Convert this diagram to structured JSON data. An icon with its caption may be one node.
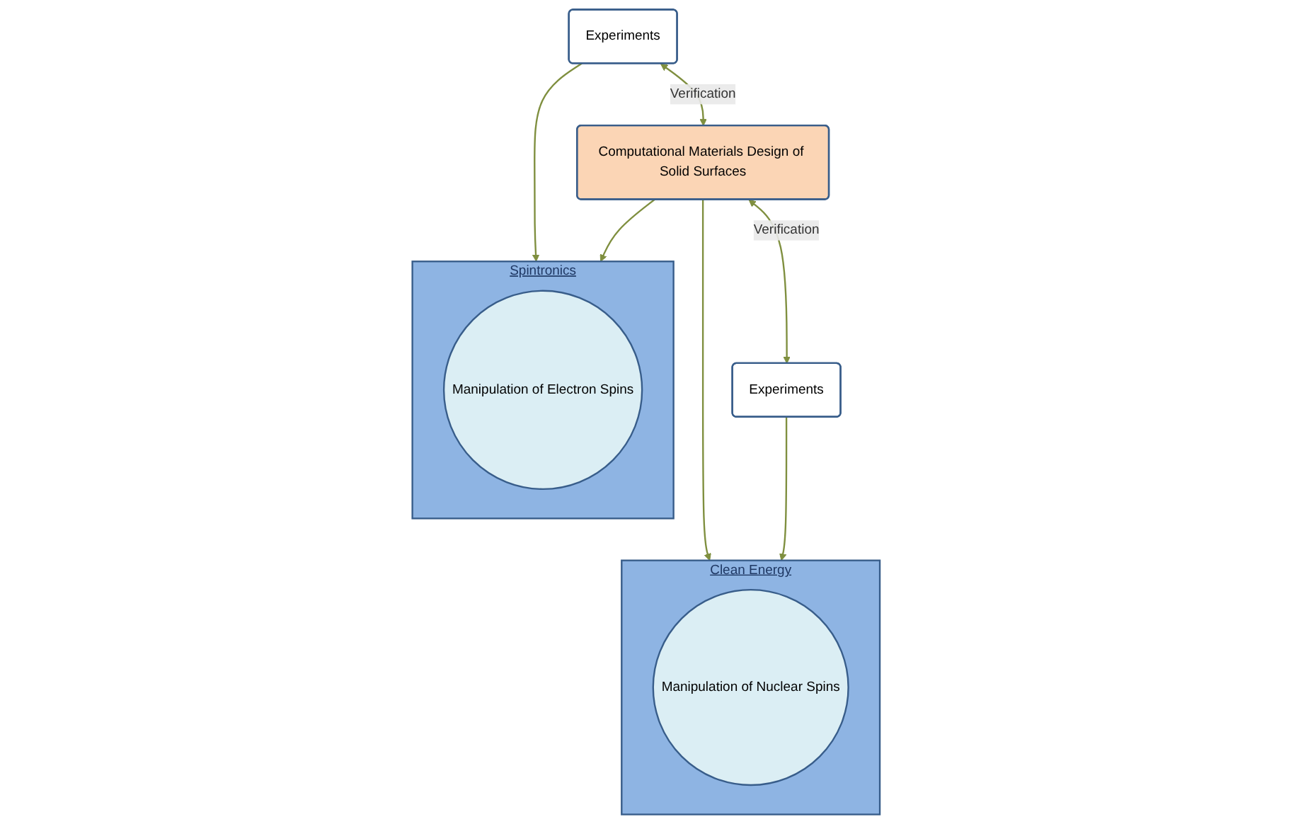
{
  "diagram": {
    "nodes": [
      {
        "text": [
          "Experiments"
        ]
      },
      {
        "text": [
          "Computational Materials Design of Solid Surfaces"
        ]
      },
      {
        "text": [
          "Experiments"
        ]
      },
      {
        "text": [
          "Spintronics"
        ]
      },
      {
        "text": [
          "Manipulation of Electron Spins"
        ],
        "in": 3
      },
      {
        "text": [
          "Clean Energy"
        ]
      },
      {
        "text": [
          "Manipulation of Nuclear Spins"
        ],
        "in": 5
      }
    ],
    "edges": [
      {
        "from": 0,
        "to": 1,
        "arrow": "both",
        "label": "Verification"
      },
      {
        "from": 1,
        "to": 2,
        "arrow": "both",
        "label": "Verification"
      },
      {
        "from": 0,
        "to": 3,
        "arrow": "to"
      },
      {
        "from": 1,
        "to": 3,
        "arrow": "to"
      },
      {
        "from": 1,
        "to": 5,
        "arrow": "to"
      },
      {
        "from": 2,
        "to": 5,
        "arrow": "to"
      }
    ]
  }
}
